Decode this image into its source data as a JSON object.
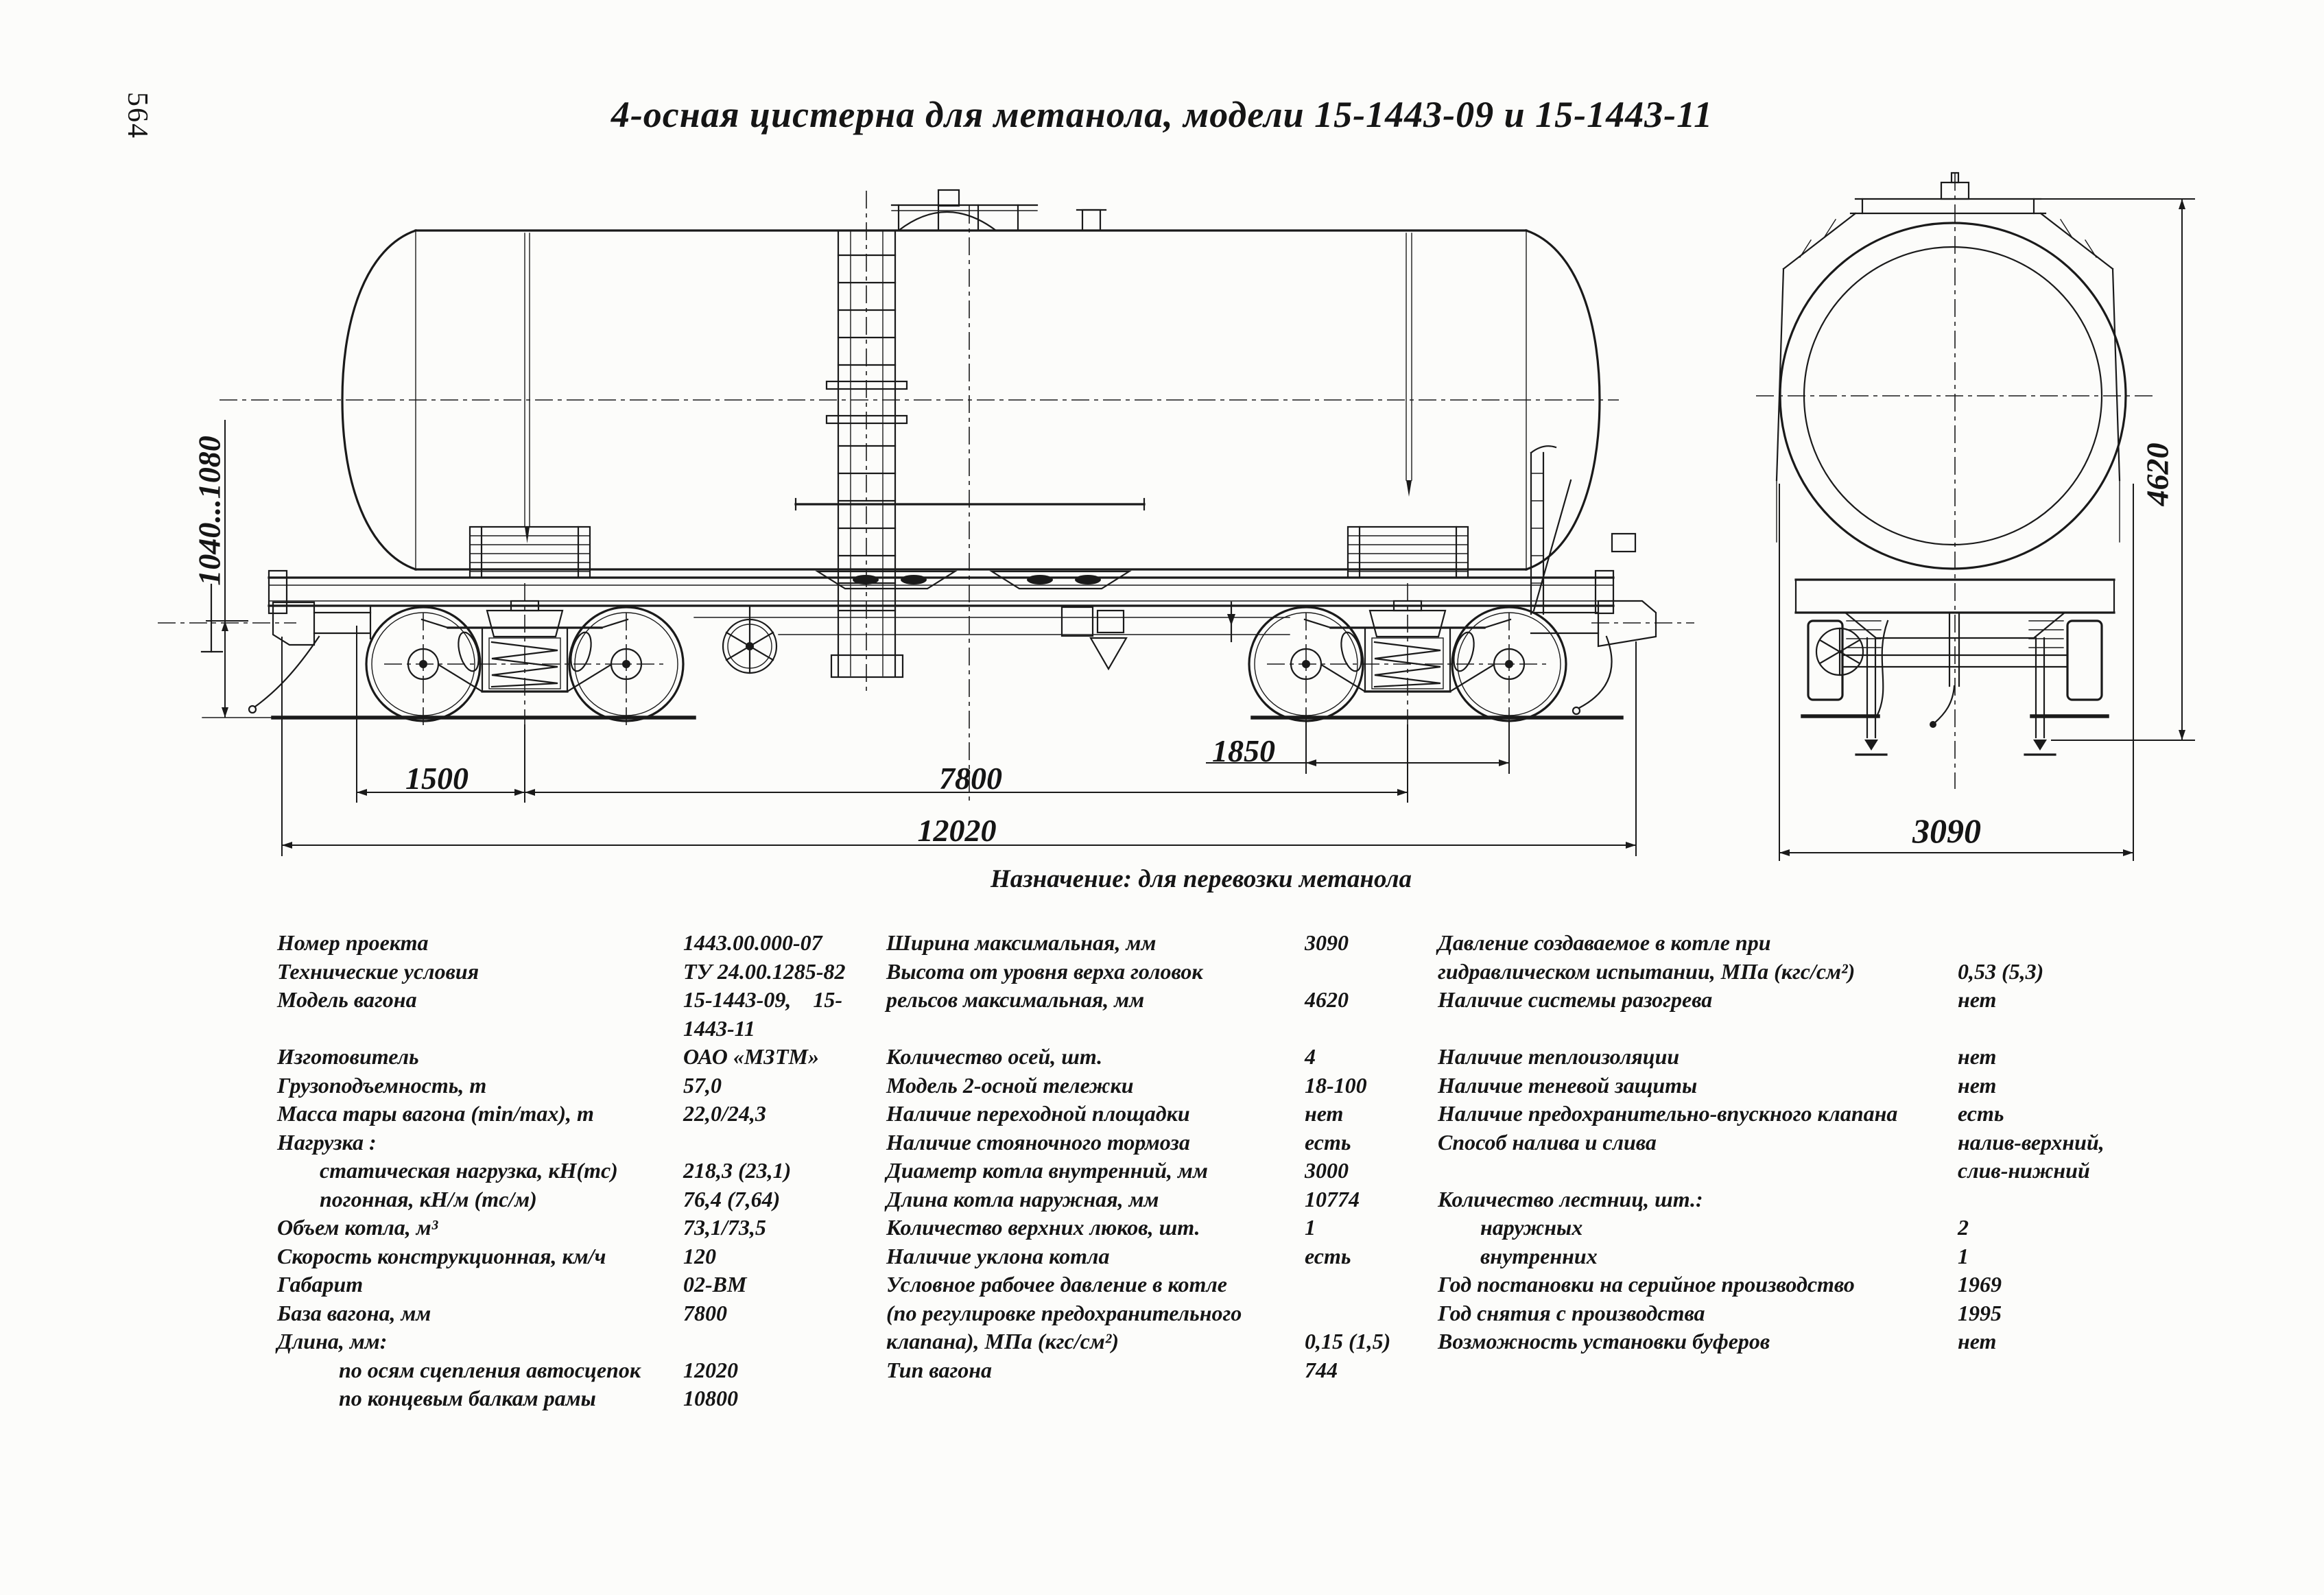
{
  "page_number": "564",
  "title": "4-осная цистерна для метанола, модели 15-1443-09 и 15-1443-11",
  "caption": "Назначение: для перевозки метанола",
  "drawing": {
    "dimensions": {
      "coupler_height": "1040...1080",
      "pivot_to_coupler": "1500",
      "wheelbase": "7800",
      "bogie_axle_spacing": "1850",
      "length_over_couplers": "12020",
      "max_height": "4620",
      "max_width": "3090"
    }
  },
  "specs": {
    "columns": [
      {
        "rows": [
          {
            "label": "Номер проекта",
            "value": "1443.00.000-07"
          },
          {
            "label": "Технические условия",
            "value": "ТУ 24.00.1285-82"
          },
          {
            "label": "Модель вагона",
            "value": "15-1443-09,    15-"
          },
          {
            "label": "",
            "value": "1443-11"
          },
          {
            "label": "Изготовитель",
            "value": "ОАО «МЗТМ»"
          },
          {
            "label": "Грузоподъемность, т",
            "value": "57,0"
          },
          {
            "label": "Масса тары вагона (min/max), т",
            "value": "22,0/24,3"
          },
          {
            "label": "Нагрузка :",
            "value": ""
          },
          {
            "label": "статическая нагрузка, кН(тс)",
            "value": "218,3 (23,1)",
            "indent": 1
          },
          {
            "label": "погонная, кН/м (тс/м)",
            "value": "76,4 (7,64)",
            "indent": 1
          },
          {
            "label": "Объем котла, м³",
            "value": "73,1/73,5"
          },
          {
            "label": "Скорость конструкционная, км/ч",
            "value": "120"
          },
          {
            "label": "Габарит",
            "value": "02-ВМ"
          },
          {
            "label": "База вагона, мм",
            "value": "7800"
          },
          {
            "label": "Длина, мм:",
            "value": ""
          },
          {
            "label": "по осям сцепления автосцепок",
            "value": "12020",
            "indent": 2
          },
          {
            "label": "по концевым балкам рамы",
            "value": "10800",
            "indent": 2
          }
        ]
      },
      {
        "rows": [
          {
            "label": "Ширина максимальная, мм",
            "value": "3090"
          },
          {
            "label": "Высота от уровня верха головок",
            "value": ""
          },
          {
            "label": "рельсов максимальная, мм",
            "value": "4620"
          },
          {
            "label": "",
            "value": ""
          },
          {
            "label": "Количество осей, шт.",
            "value": "4"
          },
          {
            "label": "Модель 2-осной тележки",
            "value": "18-100"
          },
          {
            "label": "Наличие переходной площадки",
            "value": "нет"
          },
          {
            "label": "Наличие стояночного тормоза",
            "value": "есть"
          },
          {
            "label": "Диаметр котла внутренний, мм",
            "value": "3000"
          },
          {
            "label": "Длина котла наружная, мм",
            "value": "10774"
          },
          {
            "label": "Количество верхних люков, шт.",
            "value": "1"
          },
          {
            "label": "Наличие уклона котла",
            "value": "есть"
          },
          {
            "label": "Условное рабочее давление в котле",
            "value": ""
          },
          {
            "label": "(по регулировке предохранительного",
            "value": ""
          },
          {
            "label": "клапана), МПа (кгс/см²)",
            "value": "0,15 (1,5)"
          },
          {
            "label": "Тип вагона",
            "value": "744"
          }
        ]
      },
      {
        "rows": [
          {
            "label": "Давление создаваемое в котле при",
            "value": ""
          },
          {
            "label": "гидравлическом испытании, МПа (кгс/см²)",
            "value": "0,53 (5,3)"
          },
          {
            "label": "Наличие системы разогрева",
            "value": "нет"
          },
          {
            "label": "",
            "value": ""
          },
          {
            "label": "Наличие теплоизоляции",
            "value": "нет"
          },
          {
            "label": "Наличие теневой защиты",
            "value": "нет"
          },
          {
            "label": "Наличие предохранительно-впускного клапана",
            "value": "есть"
          },
          {
            "label": "Способ налива и слива",
            "value": "налив-верхний,"
          },
          {
            "label": "",
            "value": "слив-нижний"
          },
          {
            "label": "Количество лестниц, шт.:",
            "value": ""
          },
          {
            "label": "наружных",
            "value": "2",
            "indent": 1
          },
          {
            "label": "внутренних",
            "value": "1",
            "indent": 1
          },
          {
            "label": "Год постановки на серийное производство",
            "value": "1969"
          },
          {
            "label": "Год снятия с производства",
            "value": "1995"
          },
          {
            "label": "Возможность установки буферов",
            "value": "нет"
          }
        ]
      }
    ]
  }
}
